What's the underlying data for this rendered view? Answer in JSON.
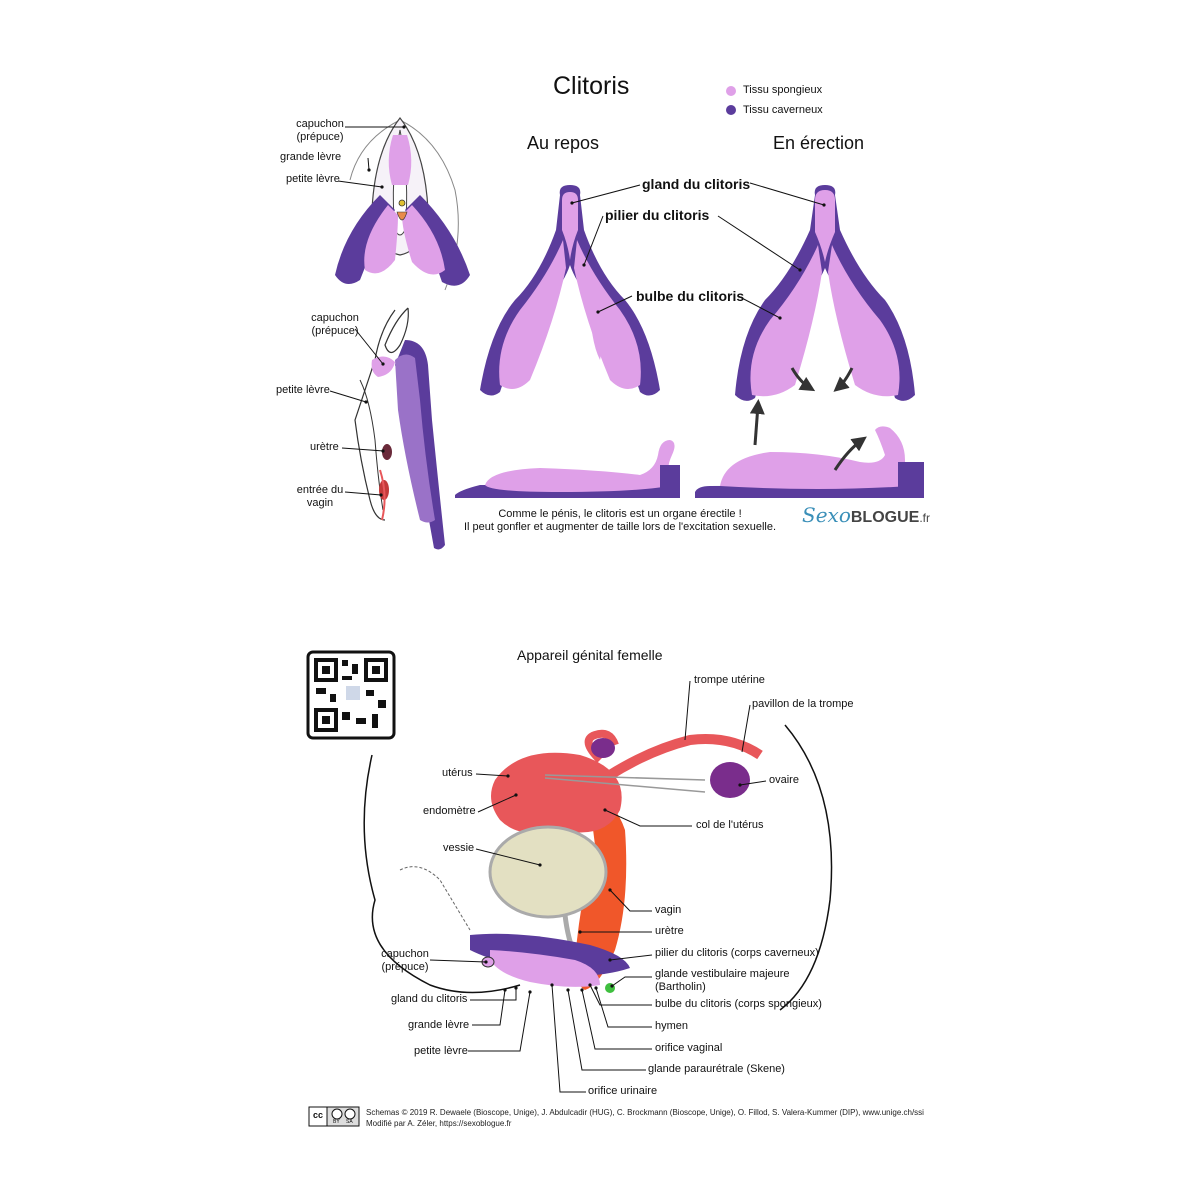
{
  "clitoris": {
    "title": "Clitoris",
    "legend": {
      "spongy": "Tissu spongieux",
      "cavernous": "Tissu caverneux"
    },
    "state_rest": "Au repos",
    "state_erect": "En érection",
    "front_labels": {
      "hood_1": "capuchon",
      "hood_2": "(prépuce)",
      "labia_majora": "grande lèvre",
      "labia_minora": "petite lèvre"
    },
    "side_labels": {
      "hood_1": "capuchon",
      "hood_2": "(prépuce)",
      "labia_minora": "petite lèvre",
      "urethra": "urètre",
      "vagina_1": "entrée du",
      "vagina_2": "vagin"
    },
    "parts": {
      "glans": "gland du clitoris",
      "crus": "pilier du clitoris",
      "bulb": "bulbe du clitoris"
    },
    "caption_1": "Comme le pénis, le clitoris est un organe érectile !",
    "caption_2": "Il peut gonfler et augmenter de taille lors de l'excitation sexuelle.",
    "brand": {
      "a": "Sexo",
      "b": "BLOGUE",
      "c": ".fr"
    }
  },
  "female": {
    "title": "Appareil génital femelle",
    "labels": {
      "tube": "trompe utérine",
      "fimbria": "pavillon de la trompe",
      "uterus": "utérus",
      "endometrium": "endomètre",
      "ovary": "ovaire",
      "cervix": "col de l'utérus",
      "bladder": "vessie",
      "vagina": "vagin",
      "urethra": "urètre",
      "crus": "pilier du clitoris (corps caverneux)",
      "bartholin_1": "glande vestibulaire majeure",
      "bartholin_2": "(Bartholin)",
      "bulb": "bulbe du clitoris (corps spongieux)",
      "hymen": "hymen",
      "vaginal_orifice": "orifice vaginal",
      "skene": "glande paraurétrale (Skene)",
      "urinary_orifice": "orifice urinaire",
      "hood_1": "capuchon",
      "hood_2": "(prépuce)",
      "glans": "gland du clitoris",
      "labia_majora": "grande lèvre",
      "labia_minora": "petite lèvre"
    }
  },
  "credits": {
    "line1": "Schemas © 2019 R. Dewaele (Bioscope, Unige), J. Abdulcadir (HUG), C. Brockmann (Bioscope, Unige), O. Fillod, S. Valera-Kummer (DIP), www.unige.ch/ssi",
    "line2": "Modifié par A. Zéler, https://sexoblogue.fr",
    "cc": {
      "c1": "cc",
      "c2": "BY",
      "c3": "SA"
    }
  },
  "colors": {
    "spongy": "#dfa0e8",
    "cavernous": "#5b3c9c",
    "uterus": "#e8575a",
    "vagina": "#f0572a",
    "ovary": "#7a2d8c",
    "bladder": "#e3e0c2",
    "gland_green": "#3fbf3f"
  }
}
